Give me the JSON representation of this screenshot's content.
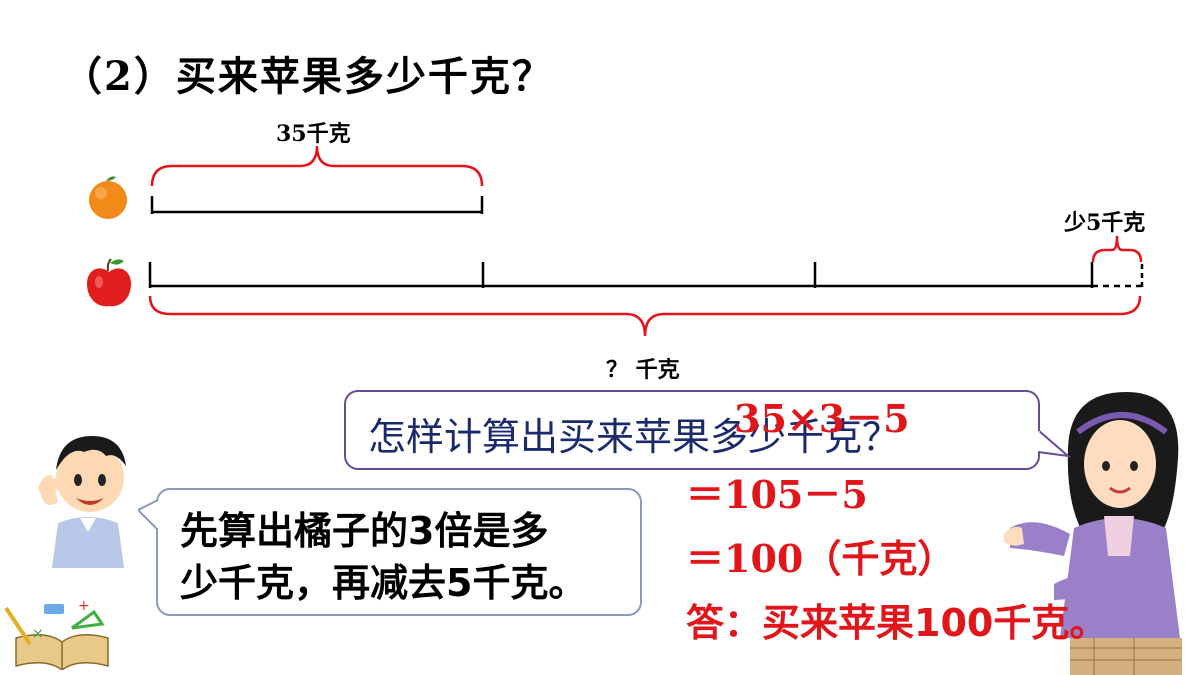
{
  "title": "（2）买来苹果多少千克？",
  "diagram": {
    "orange_label": "35千克",
    "less_label": "少5千克",
    "apple_total_label": "？ 千克",
    "orange_icon": "orange-icon",
    "apple_icon": "apple-icon"
  },
  "teacher_bubble": "怎样计算出买来苹果多少千克？",
  "boy_bubble": {
    "line1": "先算出橘子的3倍是多",
    "line2": "少千克，再减去5千克。"
  },
  "calculation": {
    "line1": "35×3－5",
    "line2": "＝105－5",
    "line3": "＝100（千克）",
    "answer": "答：买来苹果100千克。"
  },
  "colors": {
    "accent": "#e0161b",
    "bubble_border_teacher": "#6a4c93",
    "bubble_border_boy": "#8a9ab8",
    "bubble_text": "#1a2a6c"
  }
}
